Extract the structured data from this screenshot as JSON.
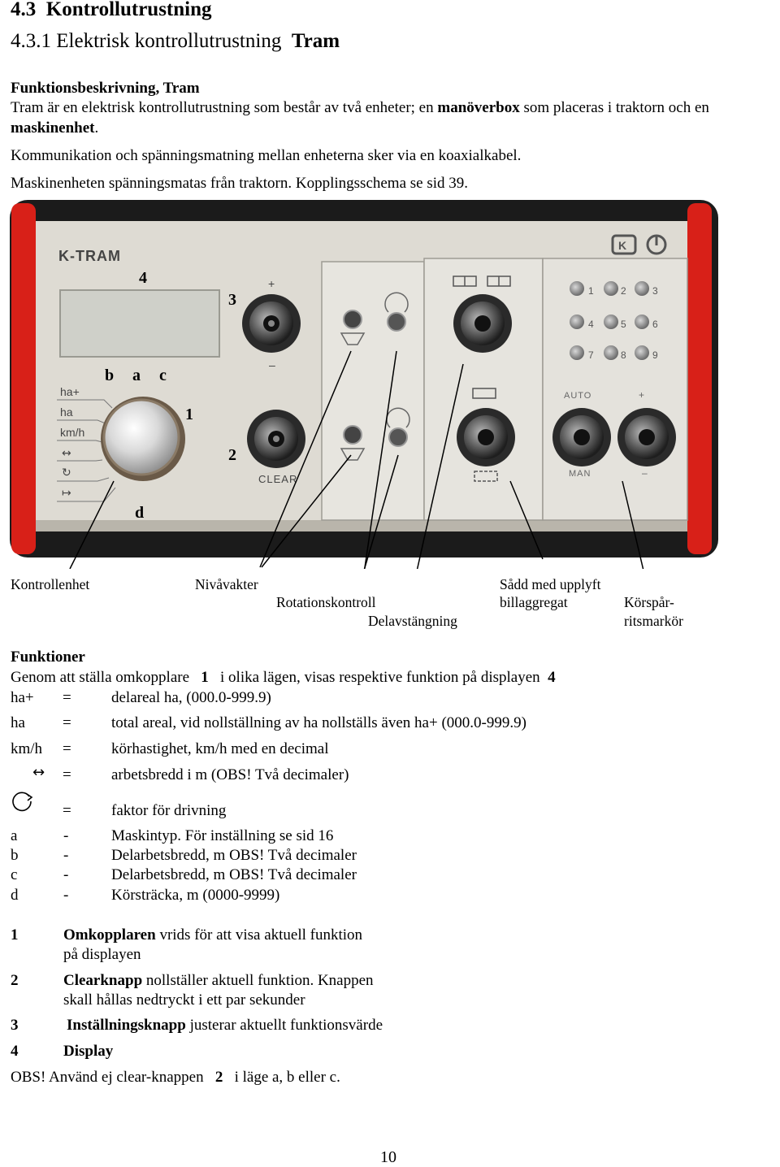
{
  "heading": {
    "number": "4.3",
    "title": "Kontrollutrustning"
  },
  "subheading": {
    "number": "4.3.1",
    "title": "Elektrisk kontrollutrustning",
    "name": "Tram"
  },
  "description": {
    "title": "Funktionsbeskrivning, Tram",
    "p1_a": "Tram är en elektrisk kontrollutrustning som består av två enheter; en ",
    "p1_b": "manöverbox",
    "p1_c": " som placeras i traktorn och en",
    "p1_d": "maskinenhet",
    "p1_e": ".",
    "p2": "Kommunikation och spänningsmatning mellan enheterna sker via en koaxialkabel.",
    "p3": "Maskinenheten spänningsmatas från traktorn. Kopplingsschema se sid 39."
  },
  "device": {
    "brand": "K-TRAM",
    "dial_labels": [
      "ha+",
      "ha",
      "km/h"
    ],
    "clear_label": "CLEAR",
    "auto_label": "AUTO",
    "man_label": "MAN",
    "plus": "+",
    "minus": "–",
    "num_buttons": [
      "1",
      "2",
      "3",
      "4",
      "5",
      "6",
      "7",
      "8",
      "9"
    ],
    "callouts": {
      "n4": "4",
      "n3": "3",
      "b": "b",
      "a": "a",
      "c": "c",
      "n1": "1",
      "n2": "2",
      "d": "d"
    }
  },
  "captions": {
    "kontrollenhet": "Kontrollenhet",
    "nivavakter": "Nivåvakter",
    "rotationskontroll": "Rotationskontroll",
    "delavstangning": "Delavstängning",
    "sadd1": "Sådd med upplyft",
    "sadd2": "billaggregat",
    "korspar1": "Körspår-",
    "korspar2": "ritsmarkör"
  },
  "functions": {
    "title": "Funktioner",
    "intro_a": "Genom att ställa omkopplare",
    "intro_n1": "1",
    "intro_b": "i olika lägen, visas respektive funktion på displayen",
    "intro_n4": "4",
    "rows": [
      {
        "key": "ha+",
        "sep": "=",
        "text": "delareal ha, (000.0-999.9)"
      },
      {
        "key": "ha",
        "sep": "=",
        "text": "total areal, vid nollställning av ha nollställs även ha+ (000.0-999.9)"
      },
      {
        "key": "km/h",
        "sep": "=",
        "text": "körhastighet, km/h med en decimal"
      },
      {
        "key": "↔",
        "sep": "=",
        "text": "arbetsbredd i m (OBS! Två decimaler)"
      },
      {
        "key": "",
        "sep": "=",
        "text": "faktor för drivning"
      }
    ],
    "letters": [
      {
        "key": "a",
        "sep": "-",
        "text": "Maskintyp. För inställning se sid 16"
      },
      {
        "key": "b",
        "sep": "-",
        "text": "Delarbetsbredd, m OBS! Två decimaler"
      },
      {
        "key": "c",
        "sep": "-",
        "text": "Delarbetsbredd, m OBS! Två decimaler"
      },
      {
        "key": "d",
        "sep": "-",
        "text": "Körsträcka, m (0000-9999)"
      }
    ]
  },
  "items": [
    {
      "n": "1",
      "bold": "Omkopplaren",
      "rest": " vrids för att visa aktuell funktion",
      "line2": "på displayen"
    },
    {
      "n": "2",
      "bold": "Clearknapp",
      "rest": " nollställer aktuell funktion. Knappen",
      "line2": "skall hållas nedtryckt i ett par sekunder"
    },
    {
      "n": "3",
      "bold": "Inställningsknapp",
      "rest": " justerar aktuellt funktionsvärde",
      "line2": ""
    },
    {
      "n": "4",
      "bold": "Display",
      "rest": "",
      "line2": ""
    }
  ],
  "note": {
    "a": "OBS! Använd ej clear-knappen",
    "n": "2",
    "b": "i läge a, b eller c."
  },
  "page_number": "10"
}
